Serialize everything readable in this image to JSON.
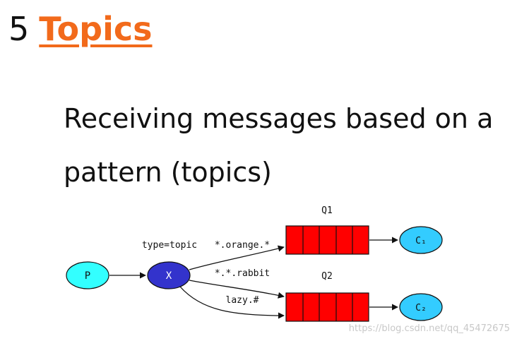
{
  "heading": {
    "number": "5",
    "title": "Topics"
  },
  "subtitle": "Receiving messages based on a pattern (topics)",
  "diagram": {
    "exchange_type": "type=topic",
    "producer": "P",
    "exchange": "X",
    "queues": [
      {
        "name": "Q1",
        "consumer": "C₁"
      },
      {
        "name": "Q2",
        "consumer": "C₂"
      }
    ],
    "bindings": [
      {
        "key": "*.orange.*",
        "queue": "Q1"
      },
      {
        "key": "*.*.rabbit",
        "queue": "Q2"
      },
      {
        "key": "lazy.#",
        "queue": "Q2"
      }
    ],
    "colors": {
      "producer": "#33ffff",
      "exchange": "#3333cc",
      "queue": "#ff0000",
      "consumer": "#33ccff",
      "title_accent": "#f26a1b"
    }
  },
  "watermark": "https://blog.csdn.net/qq_45472675"
}
